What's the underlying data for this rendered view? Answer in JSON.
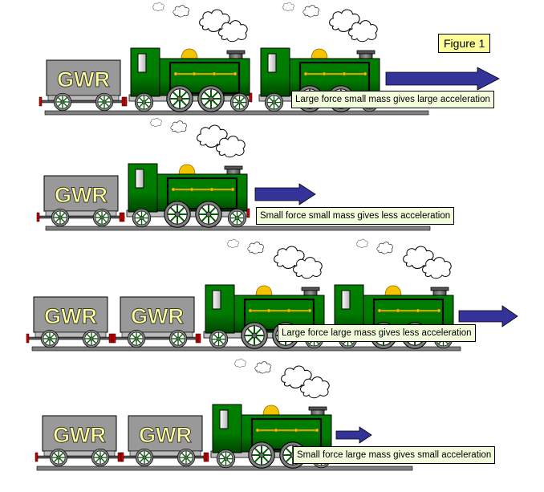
{
  "figure_label": "Figure 1",
  "wagon_text": "GWR",
  "colors": {
    "loco_green": "#008000",
    "loco_dark_green": "#005a00",
    "wagon_grey": "#999999",
    "wagon_text_fill": "#ffff99",
    "dome_yellow": "#f5c400",
    "arrow_blue": "#333399",
    "caption_bg": "#f2fbdc",
    "figure_label_bg": "#ffff99",
    "buffer_red": "#cc0000",
    "track_grey": "#808080"
  },
  "scenes": [
    {
      "caption": "Large force small mass gives large acceleration",
      "force": "large",
      "mass": "small",
      "locomotives": 2,
      "wagons": 1,
      "acceleration": "large"
    },
    {
      "caption": "Small force small mass gives less acceleration",
      "force": "small",
      "mass": "small",
      "locomotives": 1,
      "wagons": 1,
      "acceleration": "less"
    },
    {
      "caption": "Large force large mass gives less acceleration",
      "force": "large",
      "mass": "large",
      "locomotives": 2,
      "wagons": 2,
      "acceleration": "less"
    },
    {
      "caption": "Small force large mass gives small acceleration",
      "force": "small",
      "mass": "large",
      "locomotives": 1,
      "wagons": 2,
      "acceleration": "small"
    }
  ]
}
